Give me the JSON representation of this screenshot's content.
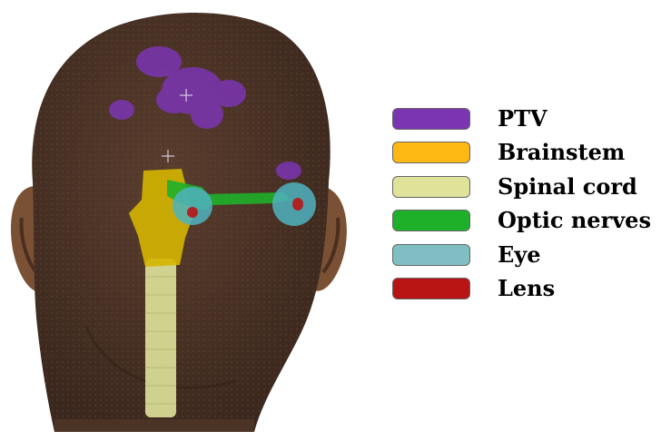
{
  "legend": [
    {
      "label": "PTV",
      "color": "#7b35b3"
    },
    {
      "label": "Brainstem",
      "color": "#fdb813"
    },
    {
      "label": "Spinal cord",
      "color": "#dfe39a"
    },
    {
      "label": "Optic nerves",
      "color": "#1fb02a"
    },
    {
      "label": "Eye",
      "color": "#7fbfc4"
    },
    {
      "label": "Lens",
      "color": "#b81414"
    }
  ],
  "colors": {
    "head": "#4b3326",
    "ear": "#7a5134",
    "background": "#ffffff"
  }
}
